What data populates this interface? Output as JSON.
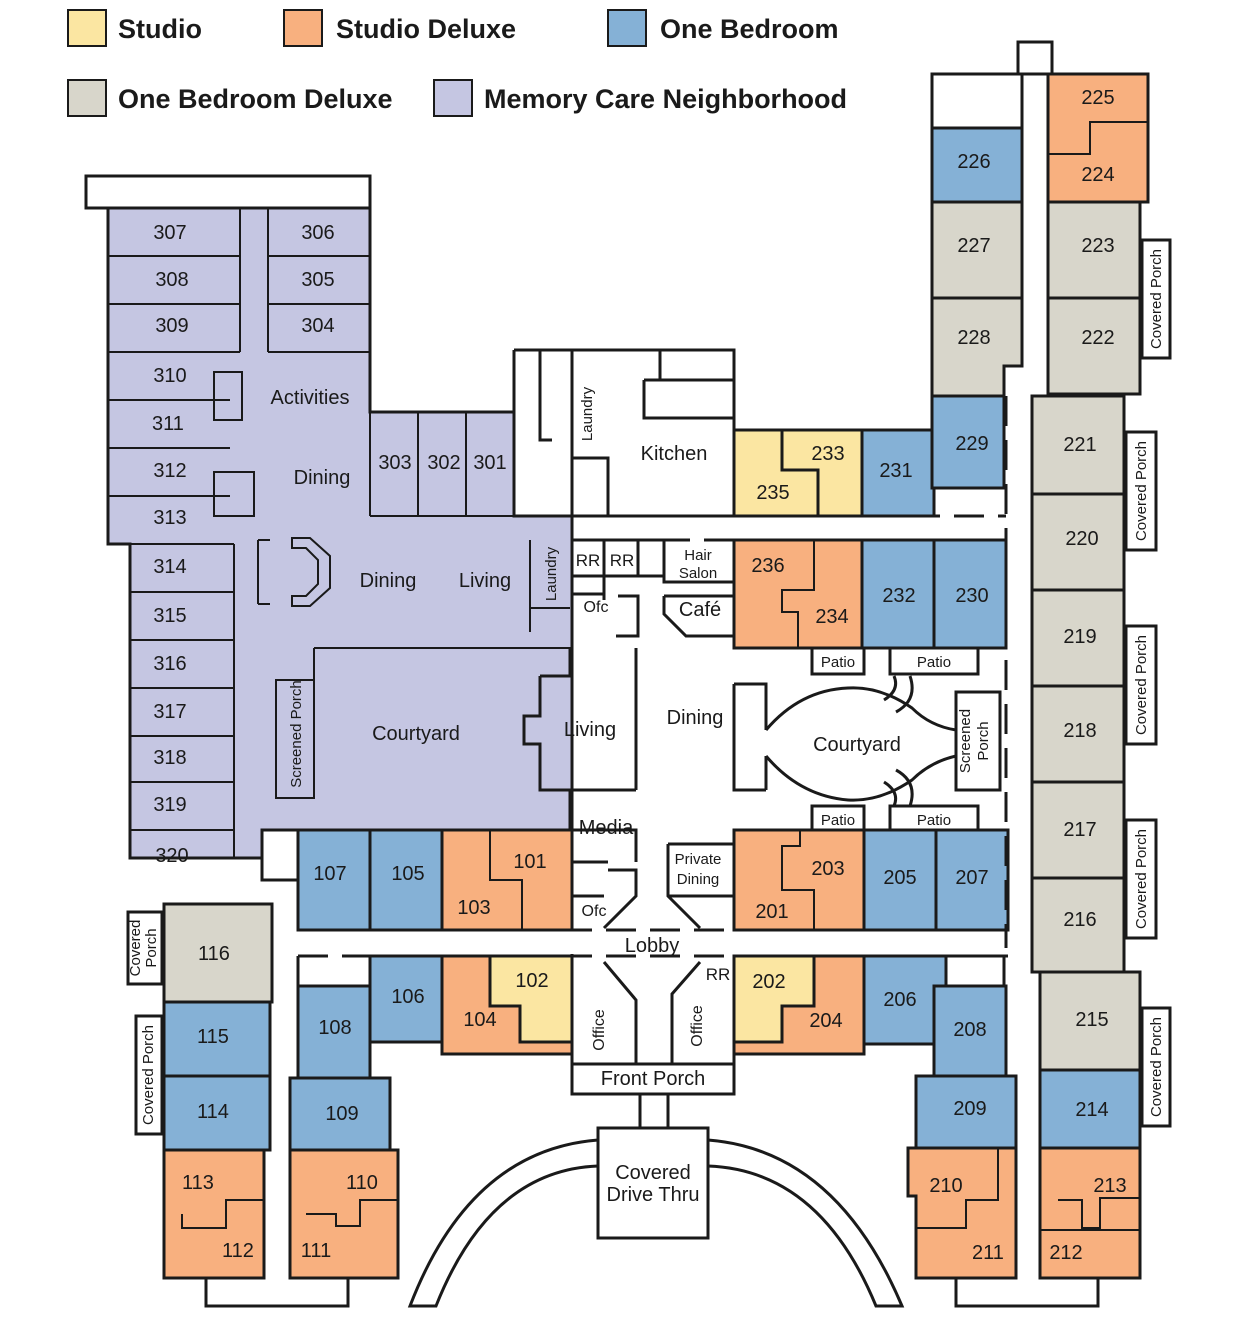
{
  "legend": [
    {
      "key": "studio",
      "label": "Studio",
      "color": "#fbe6a2"
    },
    {
      "key": "studio_deluxe",
      "label": "Studio Deluxe",
      "color": "#f8b07f"
    },
    {
      "key": "one_bedroom",
      "label": "One Bedroom",
      "color": "#85b1d6"
    },
    {
      "key": "one_bedroom_deluxe",
      "label": "One Bedroom Deluxe",
      "color": "#d8d6cb"
    },
    {
      "key": "memory_care",
      "label": "Memory Care Neighborhood",
      "color": "#c5c6e2"
    }
  ],
  "units": {
    "u307": "307",
    "u308": "308",
    "u309": "309",
    "u310": "310",
    "u311": "311",
    "u312": "312",
    "u313": "313",
    "u314": "314",
    "u315": "315",
    "u316": "316",
    "u317": "317",
    "u318": "318",
    "u319": "319",
    "u320": "320",
    "u306": "306",
    "u305": "305",
    "u304": "304",
    "u303": "303",
    "u302": "302",
    "u301": "301",
    "u107": "107",
    "u105": "105",
    "u103": "103",
    "u101": "101",
    "u106": "106",
    "u104": "104",
    "u102": "102",
    "u108": "108",
    "u109": "109",
    "u116": "116",
    "u115": "115",
    "u114": "114",
    "u113": "113",
    "u112": "112",
    "u110": "110",
    "u111": "111",
    "u226": "226",
    "u227": "227",
    "u228": "228",
    "u229": "229",
    "u225": "225",
    "u224": "224",
    "u223": "223",
    "u222": "222",
    "u221": "221",
    "u220": "220",
    "u219": "219",
    "u218": "218",
    "u217": "217",
    "u216": "216",
    "u215": "215",
    "u214": "214",
    "u213": "213",
    "u212": "212",
    "u210": "210",
    "u211": "211",
    "u209": "209",
    "u208": "208",
    "u206": "206",
    "u202": "202",
    "u204": "204",
    "u201": "201",
    "u203": "203",
    "u205": "205",
    "u207": "207",
    "u236": "236",
    "u234": "234",
    "u232": "232",
    "u230": "230",
    "u235": "235",
    "u233": "233",
    "u231": "231"
  },
  "spaces": {
    "activities": "Activities",
    "dining_mc1": "Dining",
    "dining_mc2": "Dining",
    "living_mc": "Living",
    "laundry_mc": "Laundry",
    "courtyard_mc": "Courtyard",
    "screened_porch_w": "Screened Porch",
    "laundry": "Laundry",
    "kitchen": "Kitchen",
    "rr1": "RR",
    "rr2": "RR",
    "ofc1": "Ofc",
    "hair_salon_1": "Hair",
    "hair_salon_2": "Salon",
    "cafe": "Café",
    "living": "Living",
    "dining": "Dining",
    "media": "Media",
    "private_dining_1": "Private",
    "private_dining_2": "Dining",
    "ofc2": "Ofc",
    "lobby": "Lobby",
    "rr3": "RR",
    "office1": "Office",
    "office2": "Office",
    "front_porch": "Front Porch",
    "covered_drive_1": "Covered",
    "covered_drive_2": "Drive Thru",
    "courtyard_e": "Courtyard",
    "screened_porch_e_1": "Screened",
    "screened_porch_e_2": "Porch",
    "patio1": "Patio",
    "patio2": "Patio",
    "patio3": "Patio",
    "patio4": "Patio",
    "covered_porch": "Covered Porch",
    "covered_porch_116_1": "Covered",
    "covered_porch_116_2": "Porch"
  }
}
